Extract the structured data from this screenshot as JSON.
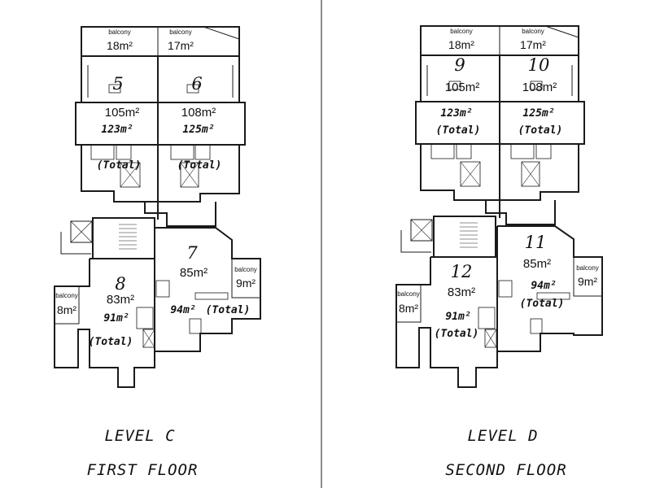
{
  "plans": [
    {
      "level_label": "LEVEL C",
      "floor_label": "FIRST FLOOR",
      "balconies": [
        {
          "label": "balcony",
          "area": "18m²"
        },
        {
          "label": "balcony",
          "area": "17m²"
        },
        {
          "label": "balcony",
          "area": "9m²"
        },
        {
          "label": "balcony",
          "area": "8m²"
        }
      ],
      "units": [
        {
          "number": "5",
          "area": "105m²",
          "total": "123m²",
          "total_label": "(Total)"
        },
        {
          "number": "6",
          "area": "108m²",
          "total": "125m²",
          "total_label": "(Total)"
        },
        {
          "number": "7",
          "area": "85m²",
          "total": "94m²",
          "total_label": "(Total)"
        },
        {
          "number": "8",
          "area": "83m²",
          "total": "91m²",
          "total_label": "(Total)"
        }
      ]
    },
    {
      "level_label": "LEVEL D",
      "floor_label": "SECOND FLOOR",
      "balconies": [
        {
          "label": "balcony",
          "area": "18m²"
        },
        {
          "label": "balcony",
          "area": "17m²"
        },
        {
          "label": "balcony",
          "area": "9m²"
        },
        {
          "label": "balcony",
          "area": "8m²"
        }
      ],
      "units": [
        {
          "number": "9",
          "area": "105m²",
          "total": "123m²",
          "total_label": "(Total)"
        },
        {
          "number": "10",
          "area": "108m²",
          "total": "125m²",
          "total_label": "(Total)"
        },
        {
          "number": "11",
          "area": "85m²",
          "total": "94m²",
          "total_label": "(Total)"
        },
        {
          "number": "12",
          "area": "83m²",
          "total": "91m²",
          "total_label": "(Total)"
        }
      ]
    }
  ]
}
